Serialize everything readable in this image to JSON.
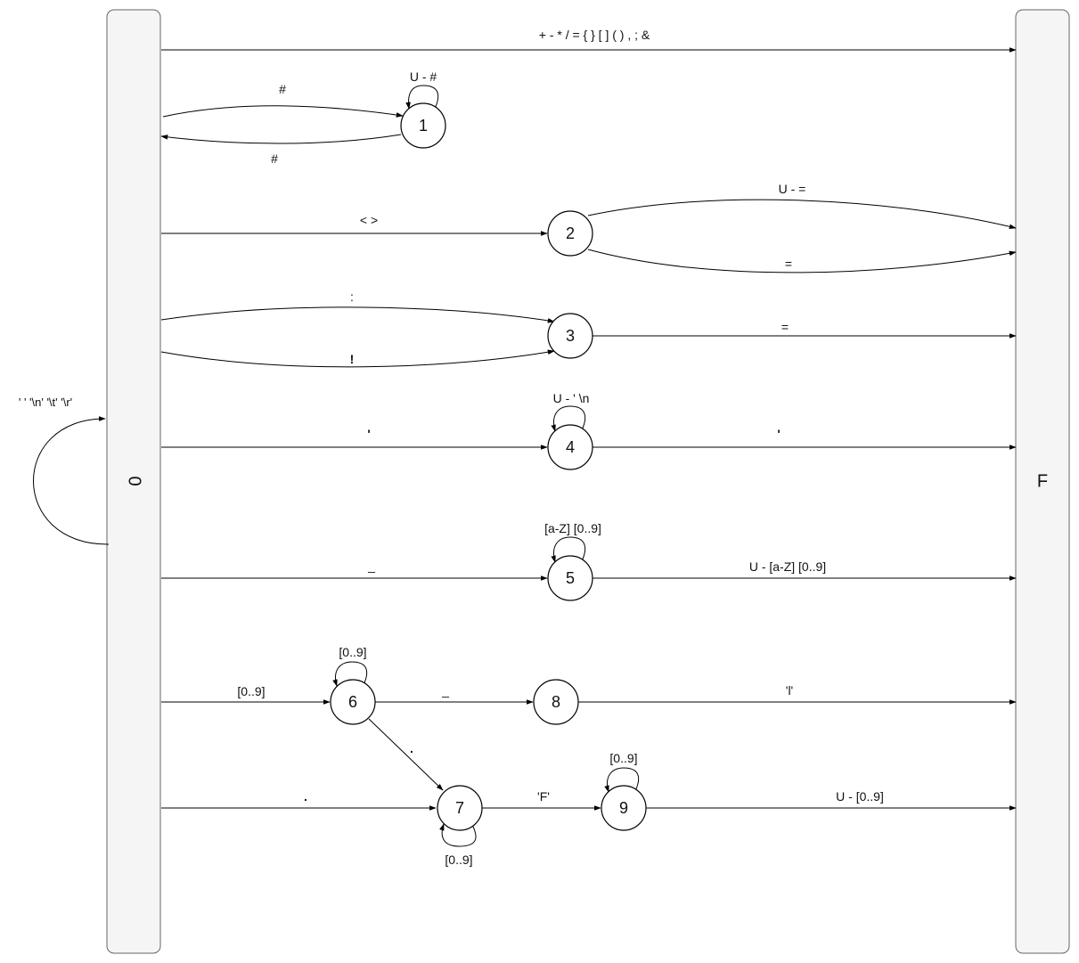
{
  "diagram": {
    "bars": {
      "start": "0",
      "final": "F"
    },
    "nodes": [
      "1",
      "2",
      "3",
      "4",
      "5",
      "6",
      "7",
      "8",
      "9"
    ],
    "edge_labels": {
      "start_to_final": "+ - * / = { } [ ] ( ) , ; &",
      "start_to_1": "#",
      "1_to_start": "#",
      "loop_1": "U - #",
      "start_to_2": "< >",
      "2_to_final_upper": "U - =",
      "2_to_final_lower": "=",
      "start_to_3_upper": ":",
      "start_to_3_lower": "!",
      "3_to_final": "=",
      "loop_start": "' ' '\\n' '\\t' '\\r'",
      "start_to_4": "'",
      "loop_4": "U - ' \\n",
      "4_to_final": "'",
      "start_to_5": "_",
      "loop_5": "[a-Z] [0..9]",
      "5_to_final": "U - [a-Z] [0..9]",
      "start_to_6": "[0..9]",
      "loop_6": "[0..9]",
      "6_to_8": "_",
      "8_to_final": "'l'",
      "6_to_7": ".",
      "start_to_7": ".",
      "loop_7": "[0..9]",
      "7_to_9": "'F'",
      "loop_9": "[0..9]",
      "9_to_final": "U - [0..9]"
    }
  }
}
